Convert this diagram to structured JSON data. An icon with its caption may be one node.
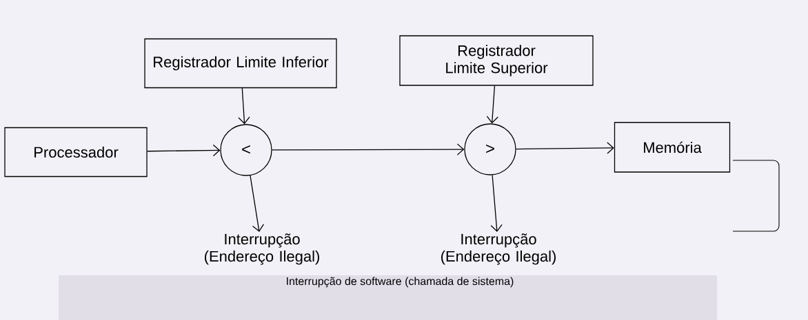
{
  "diagram": {
    "nodes": [
      {
        "text": [
          "Registrador Limite Inferior"
        ]
      },
      {
        "text": [
          "Processador"
        ]
      },
      {
        "text": [
          "<"
        ]
      },
      {
        "text": [
          "Registrador Limite Superior"
        ]
      },
      {
        "text": [
          ">"
        ]
      },
      {
        "text": [
          "Memória"
        ]
      },
      {
        "text": [
          "Interrupção (Endereço Ilegal)"
        ]
      },
      {
        "text": [
          "Interrupção (Endereço Ilegal)"
        ]
      }
    ],
    "edges": [
      {
        "from": 0,
        "to": 2,
        "arrow": "to"
      },
      {
        "from": 1,
        "to": 2,
        "arrow": "to"
      },
      {
        "from": 2,
        "to": 4,
        "arrow": "to"
      },
      {
        "from": 3,
        "to": 4,
        "arrow": "to"
      },
      {
        "from": 4,
        "to": 5,
        "arrow": "to"
      },
      {
        "from": 2,
        "to": 6,
        "arrow": "to"
      },
      {
        "from": 4,
        "to": 7,
        "arrow": "to"
      }
    ],
    "labels": [
      "Interrupção de software (chamada de sistema)"
    ]
  }
}
